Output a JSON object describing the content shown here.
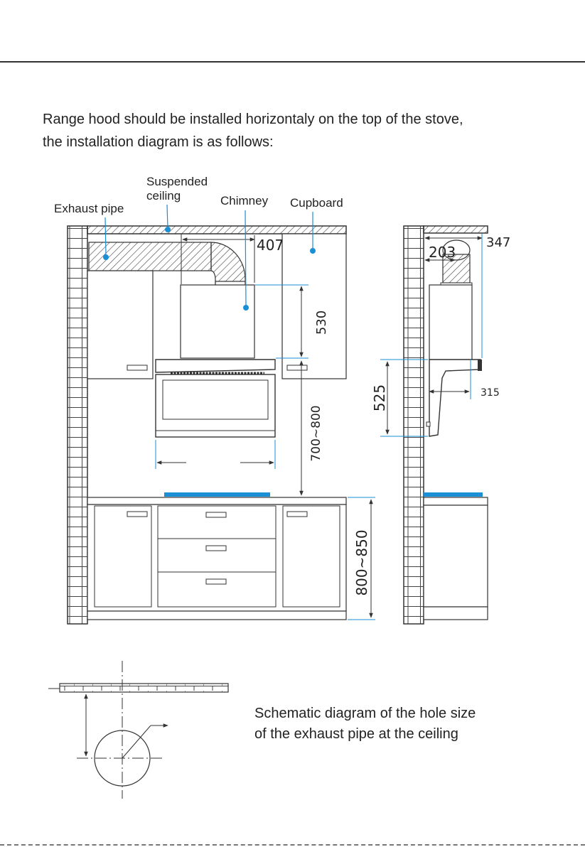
{
  "intro": {
    "line1": "Range hood should be installed horizontaly on the top of the stove,",
    "line2": "the installation diagram is as follows:"
  },
  "labels": {
    "suspended_line1": "Suspended",
    "suspended_line2": "ceiling",
    "exhaust_pipe": "Exhaust pipe",
    "chimney": "Chimney",
    "cupboard": "Cupboard"
  },
  "dimensions": {
    "d407": "407",
    "d530": "530",
    "d700_800": "700~800",
    "d800_850": "800~850",
    "d203": "203",
    "d347": "347",
    "d525": "525",
    "d315": "315"
  },
  "caption": {
    "line1": "Schematic diagram of the hole size",
    "line2": "of the exhaust pipe at the ceiling"
  },
  "colors": {
    "accent": "#1a8fd6",
    "line": "#333333"
  }
}
